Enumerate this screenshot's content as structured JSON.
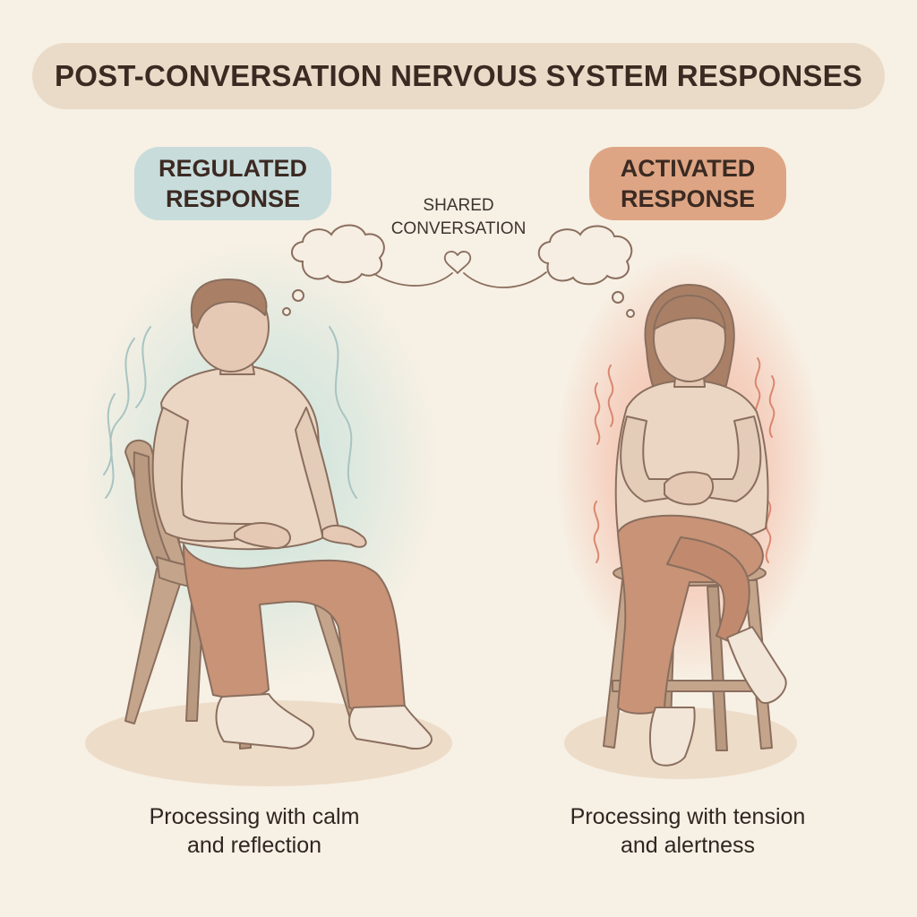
{
  "title": "POST-CONVERSATION NERVOUS SYSTEM RESPONSES",
  "left_panel": {
    "badge_lines": [
      "REGULATED",
      "RESPONSE"
    ],
    "caption_lines": [
      "Processing with calm",
      "and reflection"
    ],
    "glow_color": "#9fd6d3",
    "badge_color": "#c8dcdc"
  },
  "right_panel": {
    "badge_lines": [
      "ACTIVATED",
      "RESPONSE"
    ],
    "caption_lines": [
      "Processing with tension",
      "and alertness"
    ],
    "glow_color": "#f08468",
    "badge_color": "#dea584"
  },
  "center": {
    "label_lines": [
      "SHARED",
      "CONVERSATION"
    ],
    "connector_icon": "heart-icon"
  },
  "colors": {
    "background": "#f7f0e4",
    "title_pill": "#eadbc8",
    "skin": "#e6c9b4",
    "sweater": "#ead6c3",
    "pants": "#c99377",
    "furniture": "#c4a58b",
    "line": "#8a6e5e"
  }
}
